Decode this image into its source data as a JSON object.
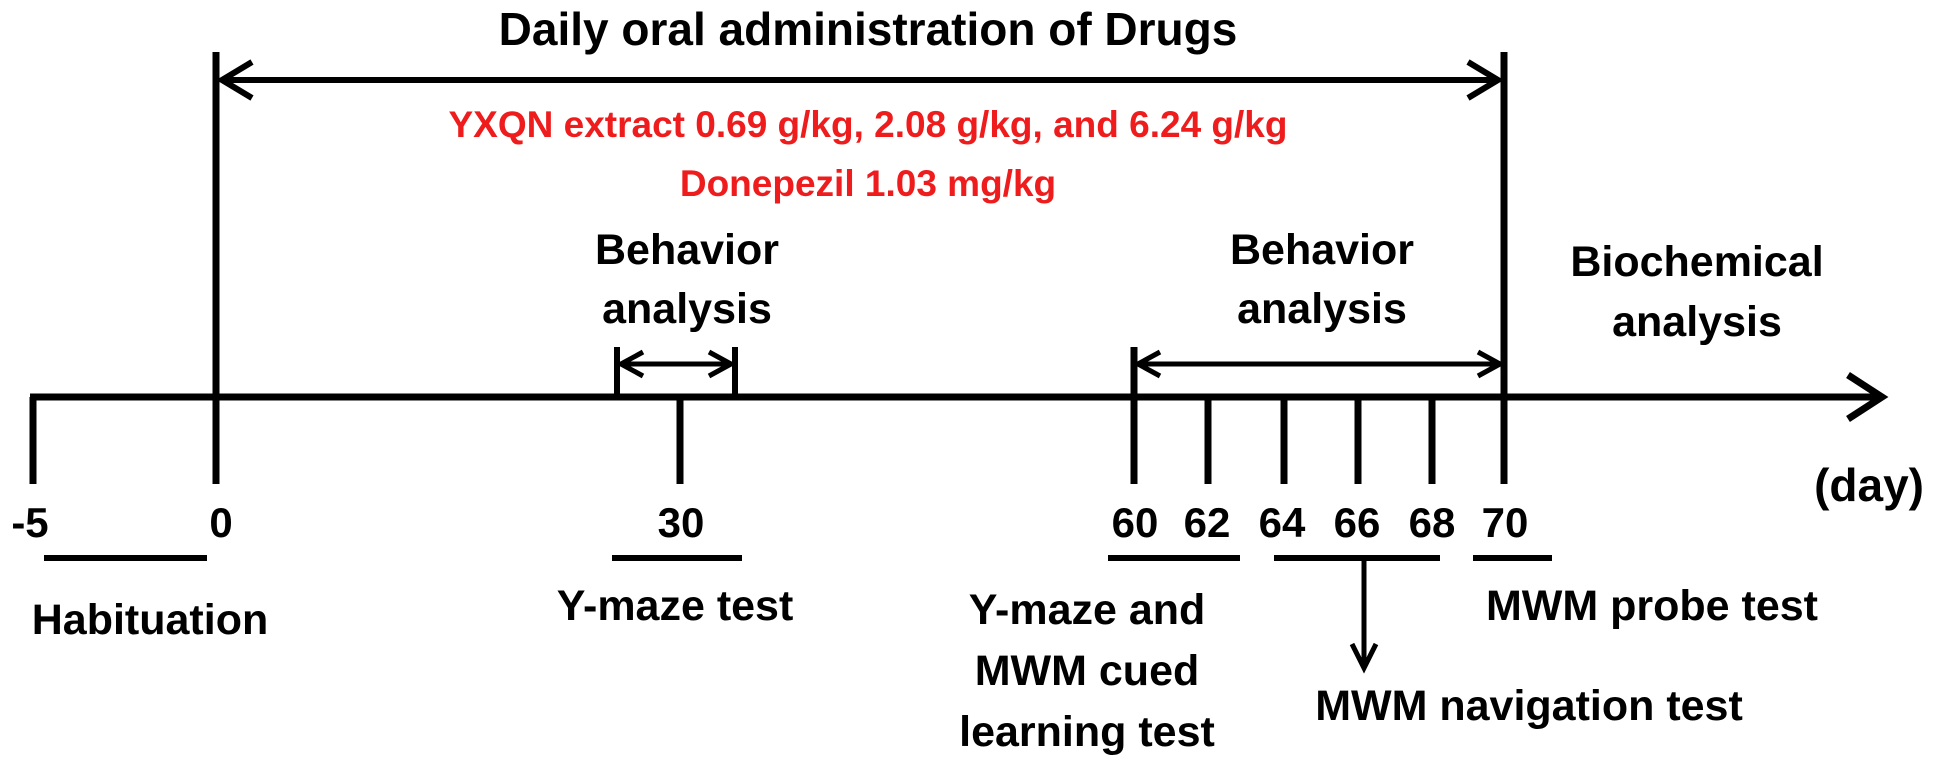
{
  "title": "Daily oral administration of Drugs",
  "dose_line_1": "YXQN extract 0.69 g/kg,  2.08 g/kg,   and 6.24 g/kg",
  "dose_line_2": "Donepezil 1.03 mg/kg",
  "behavior_label_1": [
    "Behavior",
    "analysis"
  ],
  "behavior_label_2": [
    "Behavior",
    "analysis"
  ],
  "biochemical_label": [
    "Biochemical",
    "analysis"
  ],
  "axis_unit": "(day)",
  "ticks": [
    "-5",
    "0",
    "30",
    "60",
    "62",
    "64",
    "66",
    "68",
    "70"
  ],
  "stages": {
    "habituation": "Habituation",
    "ymaze": "Y-maze test",
    "ymaze_mwm_cued": [
      "Y-maze and",
      "MWM cued",
      "learning test"
    ],
    "mwm_navigation": "MWM navigation test",
    "mwm_probe": "MWM probe test"
  },
  "colors": {
    "line": "#000000",
    "dose_text": "#ee1c1c"
  }
}
